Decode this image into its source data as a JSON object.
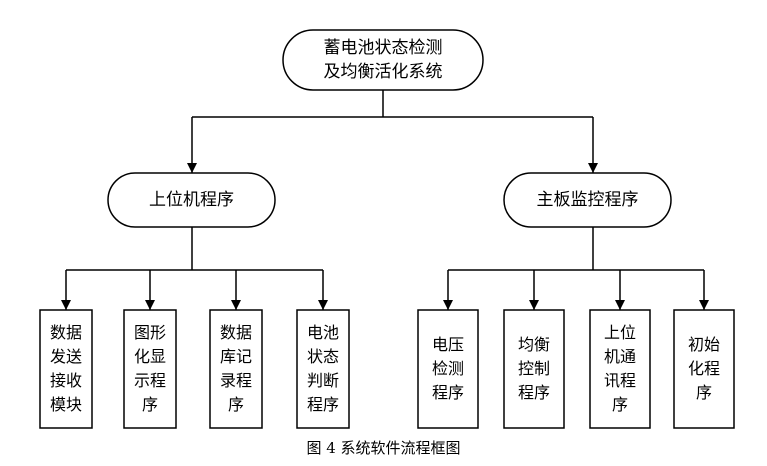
{
  "root": {
    "lines": [
      "蓄电池状态检测",
      "及均衡活化系统"
    ]
  },
  "branches": [
    {
      "label": "上位机程序",
      "children": [
        {
          "lines": [
            "数据",
            "发送",
            "接收",
            "模块"
          ]
        },
        {
          "lines": [
            "图形",
            "化显",
            "示程",
            "序"
          ]
        },
        {
          "lines": [
            "数据",
            "库记",
            "录程",
            "序"
          ]
        },
        {
          "lines": [
            "电池",
            "状态",
            "判断",
            "程序"
          ]
        }
      ]
    },
    {
      "label": "主板监控程序",
      "children": [
        {
          "lines": [
            "电压",
            "检测",
            "程序"
          ]
        },
        {
          "lines": [
            "均衡",
            "控制",
            "程序"
          ]
        },
        {
          "lines": [
            "上位",
            "机通",
            "讯程",
            "序"
          ]
        },
        {
          "lines": [
            "初始",
            "化程",
            "序"
          ]
        }
      ]
    }
  ],
  "caption": "图 4   系统软件流程框图"
}
